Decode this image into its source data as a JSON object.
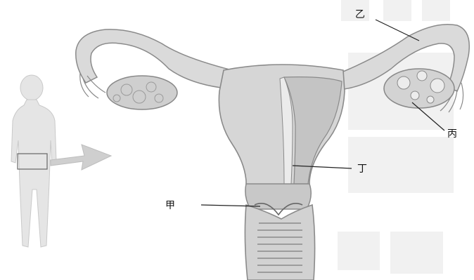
{
  "labels": {
    "yi": "乙",
    "bing": "丙",
    "ding": "丁",
    "jia": "甲"
  },
  "colors": {
    "tissue": "#d9d9d9",
    "tissue_dark": "#bdbdbd",
    "outline": "#8a8a8a",
    "person": "#e6e6e6",
    "arrow": "#cfcfcf",
    "watermark": "#f0f0f0",
    "leader": "#222222"
  }
}
